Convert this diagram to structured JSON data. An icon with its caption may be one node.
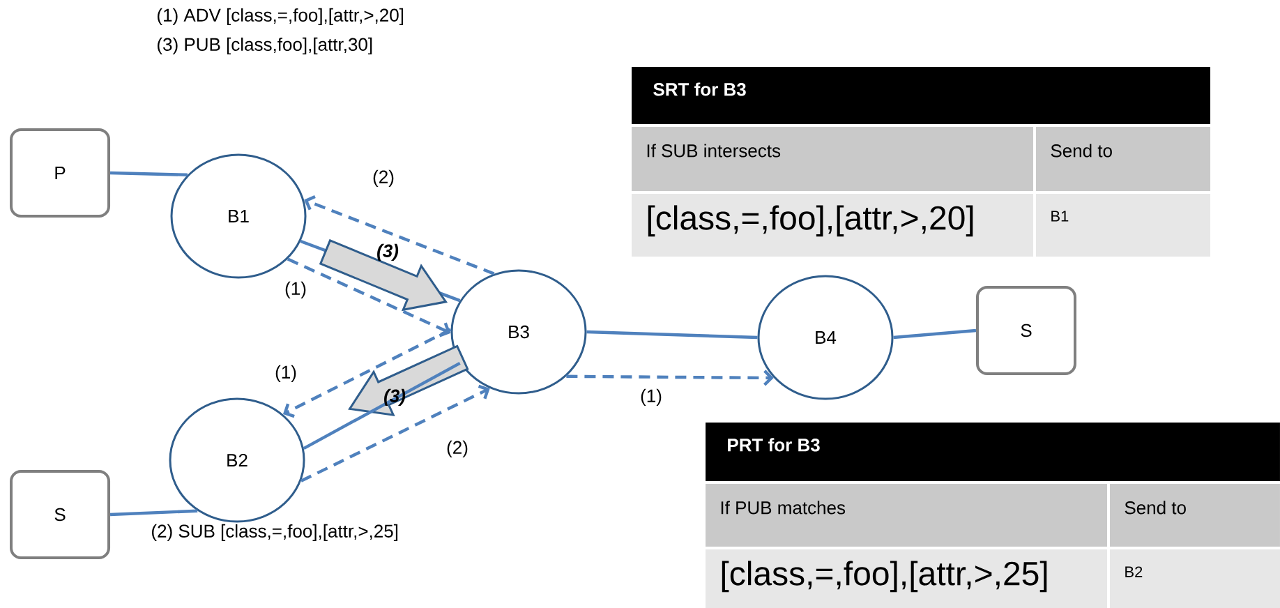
{
  "diagram": {
    "nodes": [
      {
        "text": [
          "P"
        ]
      },
      {
        "text": [
          "B1"
        ]
      },
      {
        "text": [
          "B3"
        ]
      },
      {
        "text": [
          "B4"
        ]
      },
      {
        "text": [
          "S"
        ]
      },
      {
        "text": [
          "B2"
        ]
      },
      {
        "text": [
          "S"
        ]
      }
    ],
    "edges": [
      {
        "from": 0,
        "to": 1,
        "arrow": "none"
      },
      {
        "from": 1,
        "to": 2,
        "arrow": "none"
      },
      {
        "from": 1,
        "to": 2,
        "arrow": "to",
        "style": "thick",
        "label": "(3)"
      },
      {
        "from": 2,
        "to": 1,
        "arrow": "to",
        "style": "dashed",
        "label": "(2)"
      },
      {
        "from": 1,
        "to": 2,
        "arrow": "to",
        "style": "dashed",
        "label": "(1)"
      },
      {
        "from": 2,
        "to": 3,
        "arrow": "none"
      },
      {
        "from": 2,
        "to": 3,
        "arrow": "to",
        "style": "dashed",
        "label": "(1)"
      },
      {
        "from": 3,
        "to": 4,
        "arrow": "none"
      },
      {
        "from": 2,
        "to": 5,
        "arrow": "to",
        "style": "dashed",
        "label": "(1)"
      },
      {
        "from": 2,
        "to": 5,
        "arrow": "to",
        "style": "thick",
        "label": "(3)"
      },
      {
        "from": 5,
        "to": 2,
        "arrow": "to",
        "style": "dashed",
        "label": "(2)"
      },
      {
        "from": 5,
        "to": 2,
        "arrow": "none"
      },
      {
        "from": 6,
        "to": 5,
        "arrow": "none"
      }
    ],
    "labels": [
      "(1) ADV [class,=,foo],[attr,>,20]",
      "(3) PUB [class,foo],[attr,30]",
      "SRT for B3",
      "If SUB intersects",
      "Send to",
      "[class,=,foo],[attr,>,20]",
      "B1",
      "(2) SUB [class,=,foo],[attr,>,25]",
      "PRT for B3",
      "If PUB matches",
      "Send to",
      "[class,=,foo],[attr,>,25]",
      "B2"
    ]
  }
}
